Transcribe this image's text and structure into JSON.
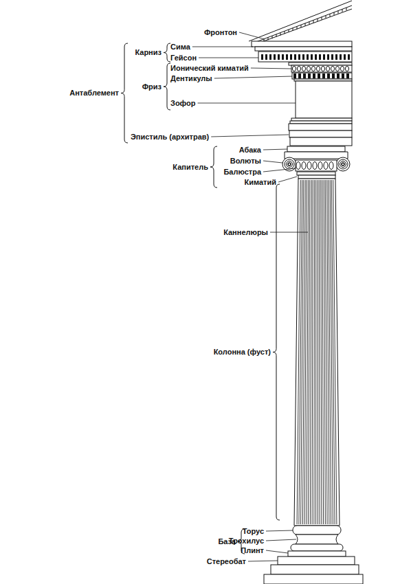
{
  "diagram": {
    "labels": [
      "Фронтон",
      "Карниз",
      "Сима",
      "Гейсон",
      "Ионический киматий",
      "Фриз",
      "Дентикулы",
      "Антаблемент",
      "Зофор",
      "Эпистиль (архитрав)",
      "Абака",
      "Капитель",
      "Волюты",
      "Балюстра",
      "Киматий",
      "Каннелюры",
      "Колонна (фуст)",
      "Торус",
      "База",
      "Трохилус",
      "Плинт",
      "Стереобат"
    ]
  }
}
